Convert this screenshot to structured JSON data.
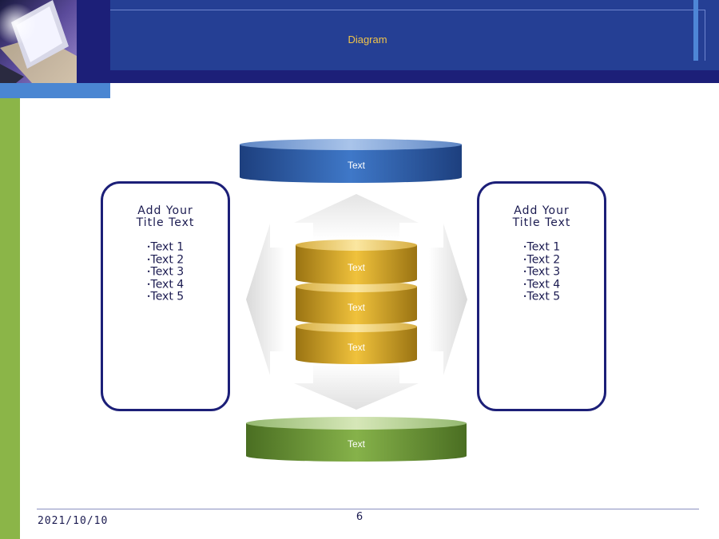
{
  "header": {
    "title": "Diagram"
  },
  "diagram": {
    "top_cylinder": "Text",
    "bottom_cylinder": "Text",
    "stack": [
      "Text",
      "Text",
      "Text"
    ],
    "left_box": {
      "title_line1": "Add Your",
      "title_line2": "Title Text",
      "items": [
        "Text 1",
        "Text 2",
        "Text 3",
        "Text 4",
        "Text 5"
      ]
    },
    "right_box": {
      "title_line1": "Add Your",
      "title_line2": "Title Text",
      "items": [
        "Text 1",
        "Text 2",
        "Text 3",
        "Text 4",
        "Text 5"
      ]
    },
    "colors": {
      "top": "#2d5fa8",
      "gold": "#d8a62a",
      "green": "#6e9a38",
      "frame": "#1c1f78"
    }
  },
  "footer": {
    "date": "2021/10/10",
    "page": "6"
  }
}
